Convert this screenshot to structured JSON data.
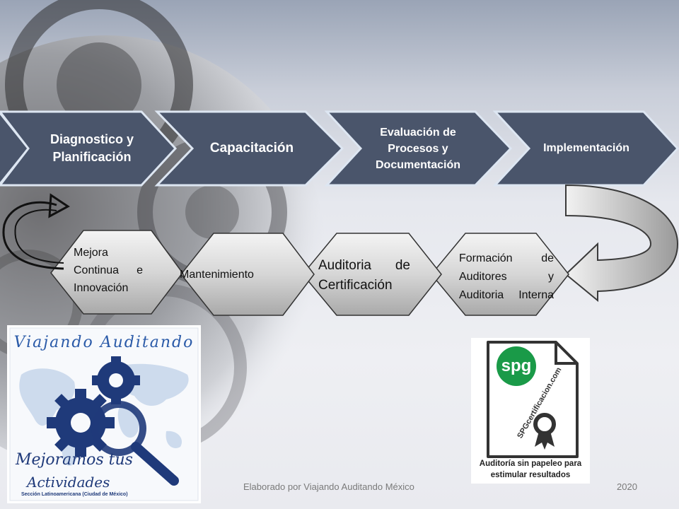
{
  "top_steps": [
    {
      "label": "Diagnostico y Planificación"
    },
    {
      "label": "Capacitación"
    },
    {
      "label": "Evaluación de Procesos y Documentación"
    },
    {
      "label": "Implementación"
    }
  ],
  "bottom_steps": [
    {
      "label": "Formación de Auditores y Auditoria Interna"
    },
    {
      "label": "Auditoria de Certificación"
    },
    {
      "label": "Mantenimiento"
    },
    {
      "label": "Mejora Continua e Innovación"
    }
  ],
  "logo_left": {
    "title": "Viajando Auditando",
    "slogan_1": "Mejoramos tus",
    "slogan_2": "Actividades",
    "subtitle": "Sección Latinoamericana (Ciudad de México)"
  },
  "logo_right": {
    "badge": "spg",
    "url": "SPGcertificacion.com",
    "caption_1": "Auditoría sin papeleo para",
    "caption_2": "estimular resultados"
  },
  "footer": {
    "credit": "Elaborado por Viajando Auditando México",
    "year": "2020"
  },
  "colors": {
    "top_chevron": "#4a556b",
    "top_chevron_border": "#dde6f2",
    "bottom_chevron_light": "#f2f2f2",
    "bottom_chevron_dark": "#aeaeae",
    "logo_blue": "#1f3a7a",
    "spg_green": "#1a9a48"
  }
}
